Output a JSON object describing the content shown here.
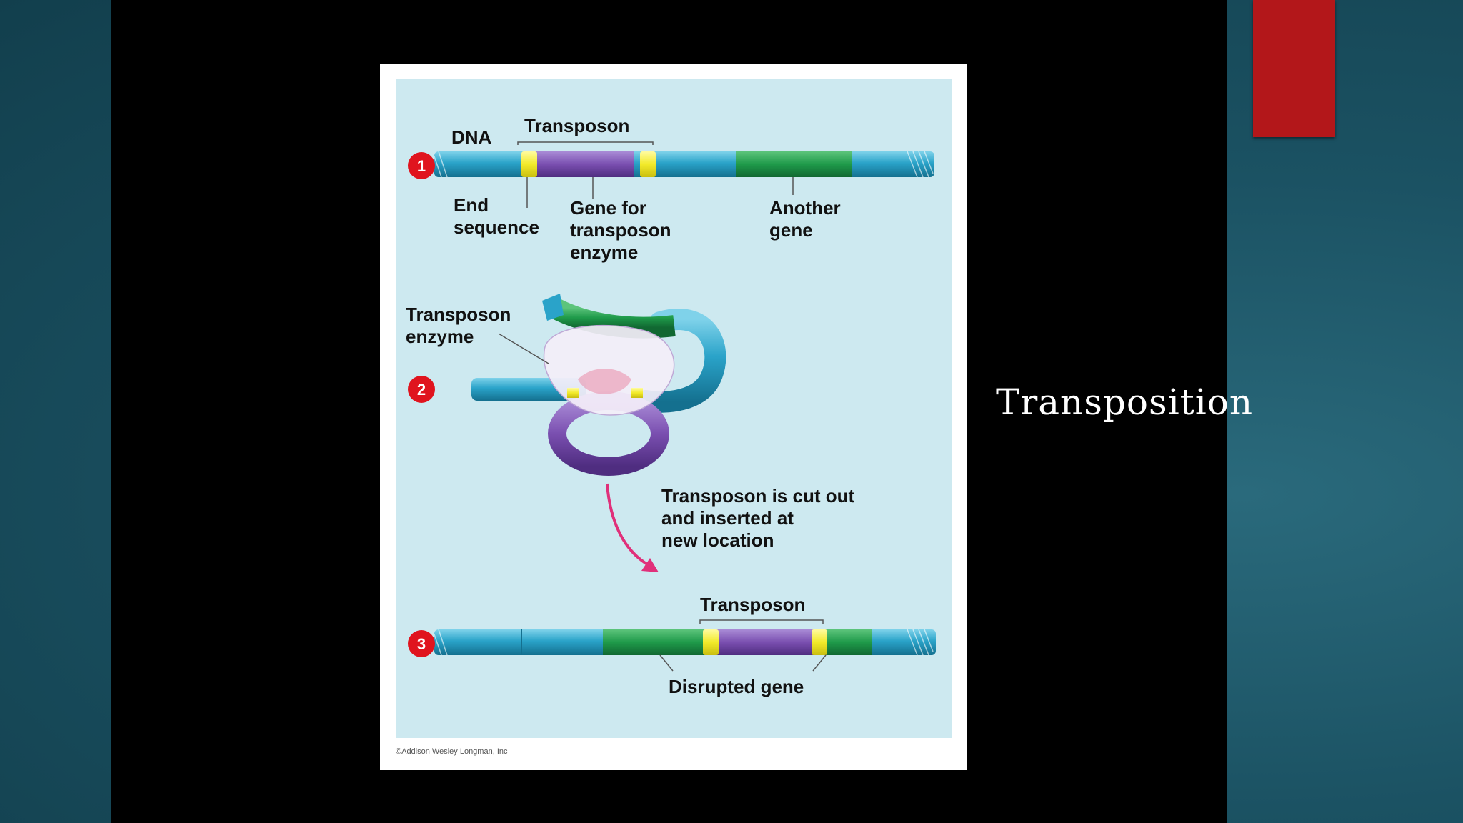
{
  "slide": {
    "title": "Transposition",
    "accent_color": "#b3171a",
    "background_color": "#000000"
  },
  "figure": {
    "credit": "©Addison Wesley Longman, Inc",
    "step_markers": [
      "1",
      "2",
      "3"
    ],
    "labels": {
      "dna": "DNA",
      "transposon_top": "Transposon",
      "end_sequence_line1": "End",
      "end_sequence_line2": "sequence",
      "gene_for_line1": "Gene for",
      "gene_for_line2": "transposon",
      "gene_for_line3": "enzyme",
      "another_gene_line1": "Another",
      "another_gene_line2": "gene",
      "transposon_enzyme_line1": "Transposon",
      "transposon_enzyme_line2": "enzyme",
      "cut_out_line1": "Transposon is cut out",
      "cut_out_line2": "and inserted at",
      "cut_out_line3": "new location",
      "transposon_bottom": "Transposon",
      "disrupted_gene": "Disrupted gene"
    },
    "colors": {
      "dna": "#2aa3c9",
      "end_sequence": "#f2ea2a",
      "transposon_gene": "#7a4fb0",
      "another_gene": "#1f9a4a",
      "step_marker": "#e0141e",
      "arrow": "#e0307a"
    }
  }
}
